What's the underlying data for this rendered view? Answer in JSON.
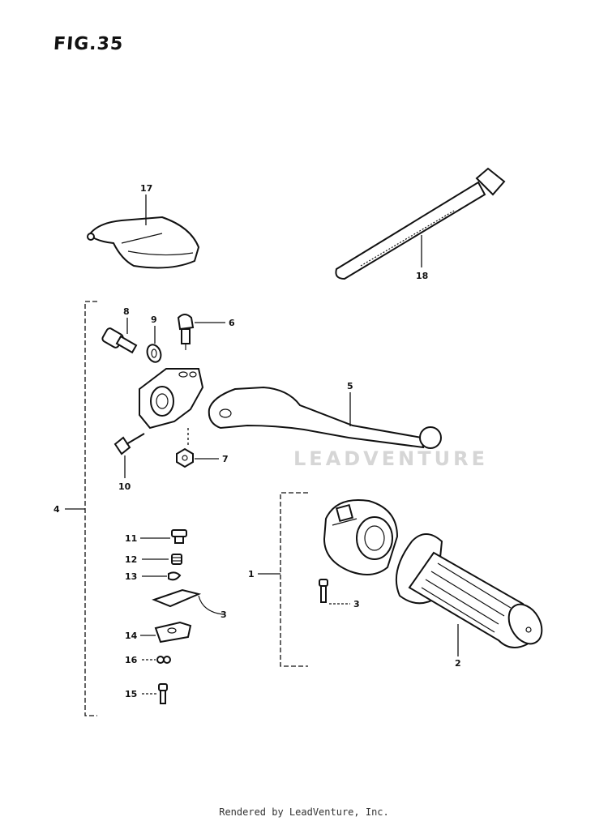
{
  "figure": {
    "title": "FIG.35",
    "watermark": "LEADVENTURE",
    "footer": "Rendered by LeadVenture, Inc."
  },
  "callouts": {
    "c1": "1",
    "c2": "2",
    "c3": "3",
    "c4": "4",
    "c5": "5",
    "c6": "6",
    "c7": "7",
    "c8": "8",
    "c9": "9",
    "c10": "10",
    "c11": "11",
    "c12": "12",
    "c13": "13",
    "c14": "14",
    "c15": "15",
    "c16": "16",
    "c17": "17",
    "c18": "18"
  }
}
